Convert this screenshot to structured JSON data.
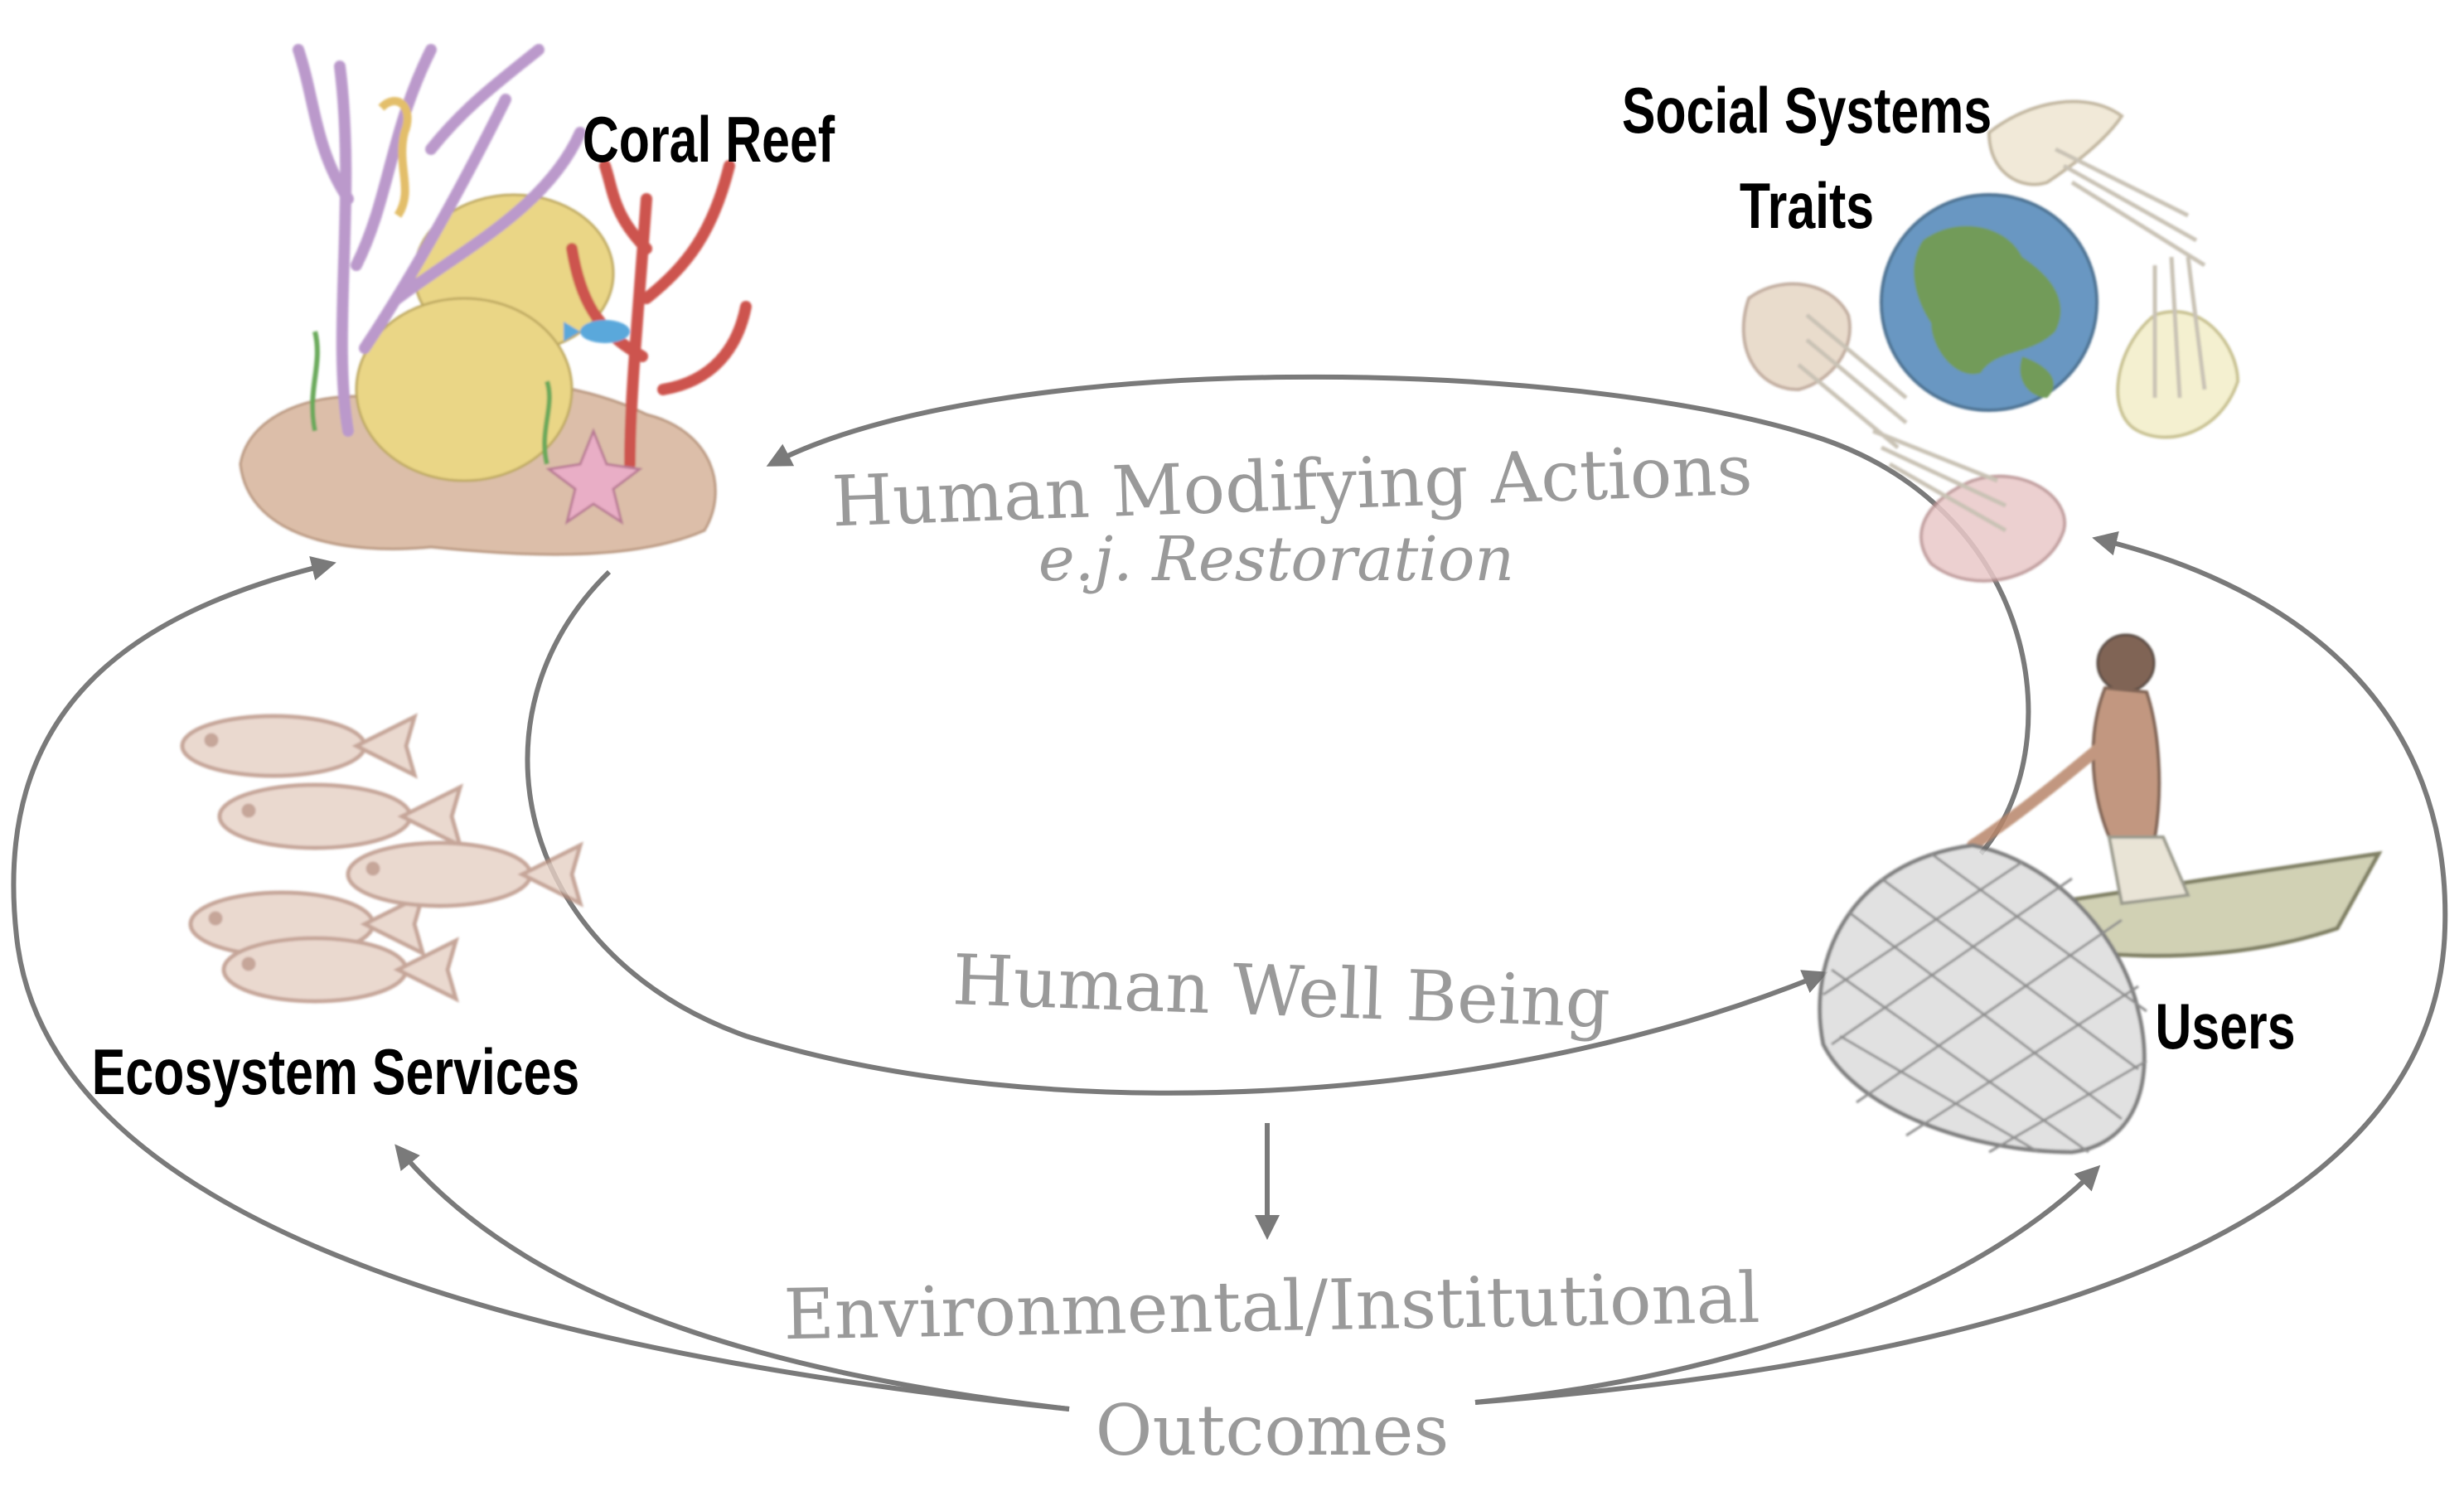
{
  "diagram": {
    "nodes": [
      {
        "id": "coral-reef",
        "label": "Coral Reef",
        "icon": "coral-reef-icon"
      },
      {
        "id": "social-systems",
        "label_line1": "Social Systems",
        "label_line2": "Traits",
        "icon": "hands-globe-icon"
      },
      {
        "id": "users",
        "label": "Users",
        "icon": "fisherman-net-icon"
      },
      {
        "id": "ecosystem-services",
        "label": "Ecosystem Services",
        "icon": "fish-icon"
      }
    ],
    "flows": {
      "human_modifying_actions": "Human Modifying Actions",
      "restoration_example": "e.j. Restoration",
      "human_well_being": "Human Well Being",
      "outcomes_line1": "Environmental/Institutional",
      "outcomes_line2": "Outcomes"
    },
    "colors": {
      "arrow": "#7a7a7a",
      "flow_text": "#9a9a9a",
      "node_text": "#000000",
      "coral_red": "#c8423a",
      "coral_purple": "#b48fc6",
      "sponge_yellow": "#e8d27a",
      "sand": "#d9b8a0",
      "globe_blue": "#4f86b8",
      "globe_green": "#5a8a3c",
      "fish_outline": "#b89080",
      "net_grey": "#8a8a8a"
    }
  }
}
